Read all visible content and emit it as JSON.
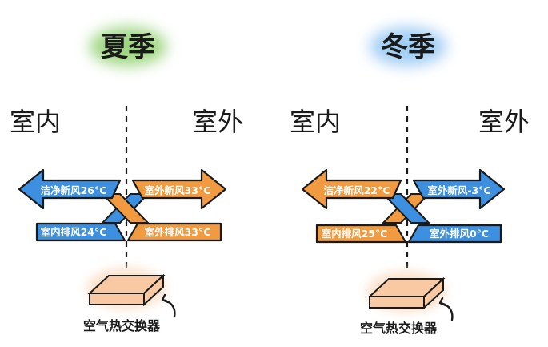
{
  "panels": [
    {
      "season": "夏季",
      "season_glow": "#8ccf6a",
      "indoor": "室内",
      "outdoor": "室外",
      "fresh_in": "洁净新风26°C",
      "exhaust_in": "室内排风24°C",
      "fresh_out": "室外新风33°C",
      "exhaust_out": "室外排风33°C",
      "indoor_color": "#3d8fe0",
      "outdoor_color": "#f29a3f",
      "exchanger": "空气热交换器"
    },
    {
      "season": "冬季",
      "season_glow": "#8fc4f2",
      "indoor": "室内",
      "outdoor": "室外",
      "fresh_in": "洁净新风22°C",
      "exhaust_in": "室内排风25°C",
      "fresh_out": "室外新风-3°C",
      "exhaust_out": "室外排风0°C",
      "indoor_color": "#f29a3f",
      "outdoor_color": "#3d8fe0",
      "exchanger": "空气热交换器"
    }
  ],
  "colors": {
    "outline": "#1a1a1a",
    "exchanger_fill": "#f8c9a3",
    "exchanger_glow": "#fbe3cf",
    "label_text": "#ffffff"
  },
  "icons": {
    "curved_arrow": "curved-pointer-arrow-icon",
    "divider": "dashed-divider-line"
  }
}
